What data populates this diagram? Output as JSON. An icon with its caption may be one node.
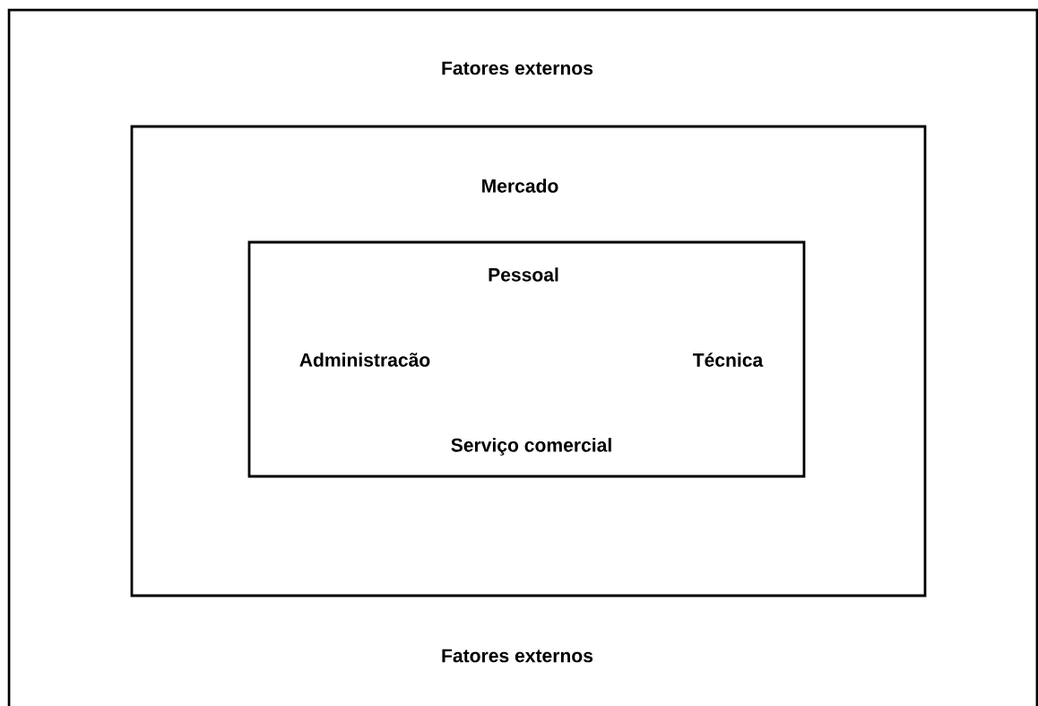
{
  "diagram": {
    "nodes": [
      {
        "text": [
          "Fatores externos",
          "Fatores externos"
        ]
      },
      {
        "text": [
          "Mercado"
        ],
        "in": 0
      },
      {
        "text": [
          "Pessoal",
          "Administracão",
          "Técnica",
          "Serviço comercial"
        ],
        "in": 1
      }
    ]
  }
}
